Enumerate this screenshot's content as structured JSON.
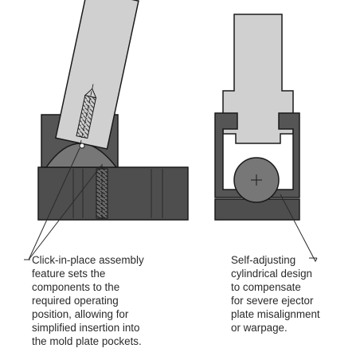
{
  "captions": {
    "left": {
      "lines": [
        "Click-in-place assembly",
        "feature sets the",
        "components to the",
        "required operating",
        "position, allowing for",
        "simplified insertion into",
        "the mold plate pockets."
      ]
    },
    "right": {
      "lines": [
        "Self-adjusting",
        "cylindrical design",
        "to compensate",
        "for severe ejector",
        "plate misalignment",
        "or warpage."
      ]
    }
  },
  "colors": {
    "dark_body": "#555555",
    "darker_body": "#4a4a4a",
    "light_rod": "#d0d0d0",
    "medium_ball": "#7a7a7a",
    "outline": "#1a1a1a",
    "text": "#2a2a2a"
  }
}
